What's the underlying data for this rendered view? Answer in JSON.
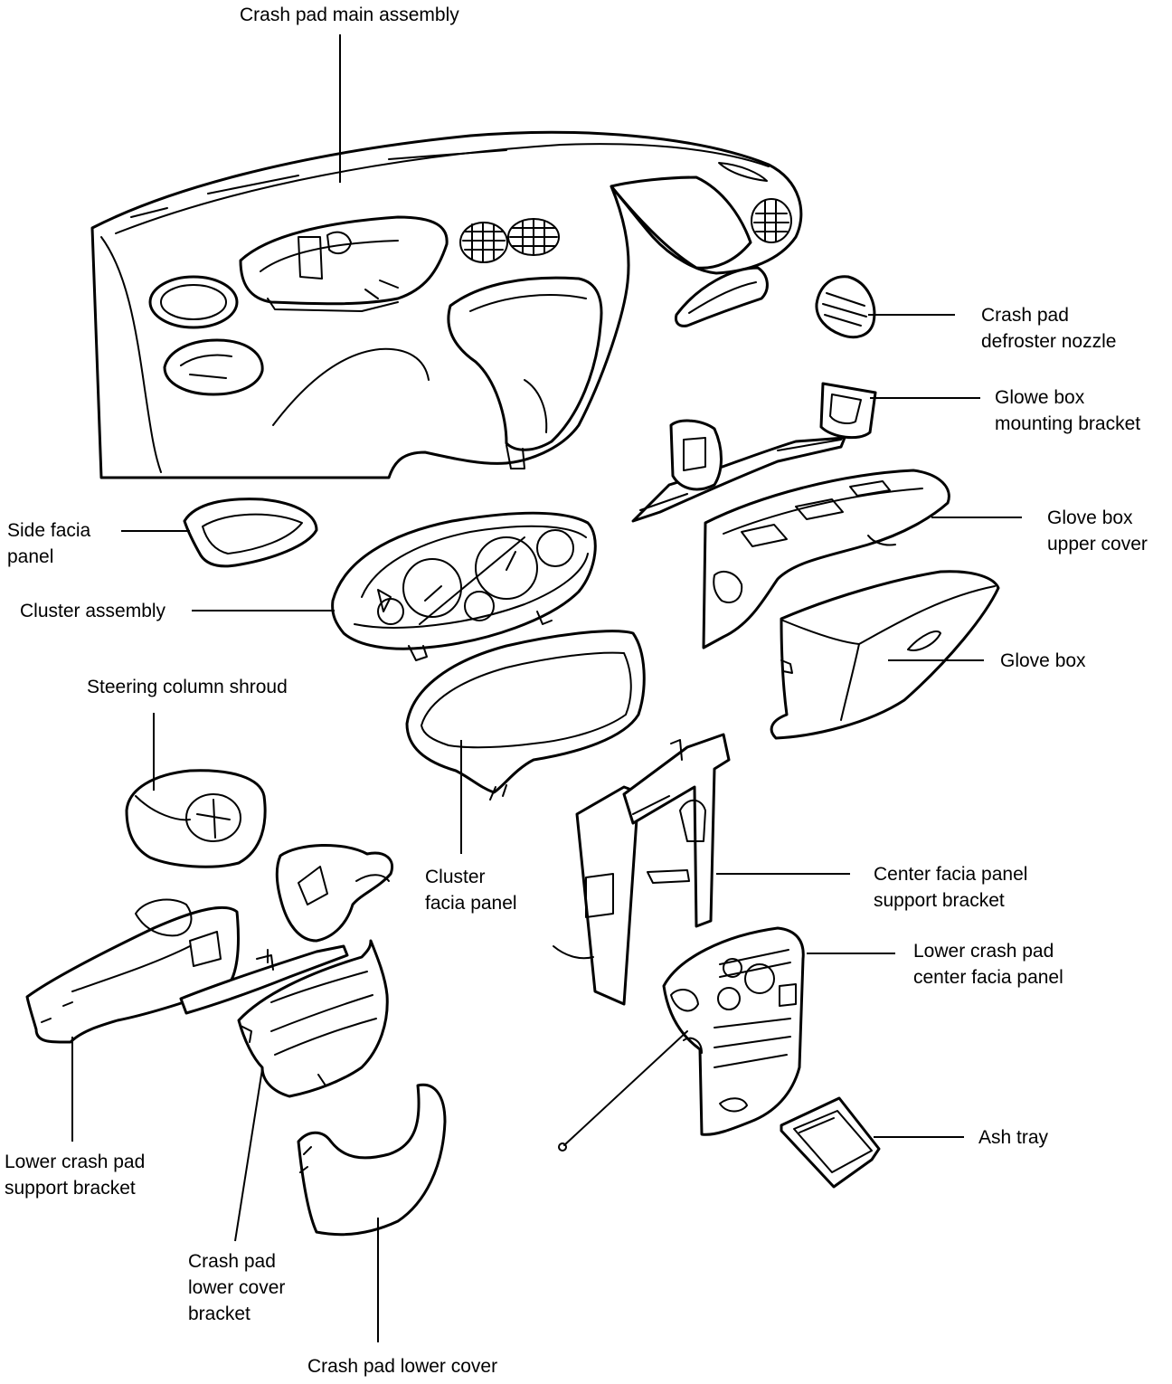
{
  "labels": {
    "crash_pad_main_assembly": "Crash pad  main assembly",
    "defroster_nozzle": [
      "Crash pad",
      "defroster nozzle"
    ],
    "glove_box_mounting_bracket": [
      "Glowe box",
      "mounting bracket"
    ],
    "side_facia_panel": [
      "Side facia",
      "panel"
    ],
    "glove_box_upper_cover": [
      "Glove box",
      "upper cover"
    ],
    "cluster_assembly": "Cluster assembly",
    "glove_box": "Glove box",
    "steering_column_shroud": "Steering column shroud",
    "cluster_facia_panel": [
      "Cluster",
      "facia panel"
    ],
    "center_facia_panel_support_bracket": [
      "Center facia panel",
      "support bracket"
    ],
    "lower_crash_pad_center_facia_panel": [
      "Lower crash pad",
      "center facia panel"
    ],
    "ash_tray": "Ash tray",
    "lower_crash_pad_support_bracket": [
      "Lower crash pad",
      "support bracket"
    ],
    "crash_pad_lower_cover_bracket": [
      "Crash pad",
      "lower cover",
      "bracket"
    ],
    "crash_pad_lower_cover": "Crash pad lower cover"
  }
}
